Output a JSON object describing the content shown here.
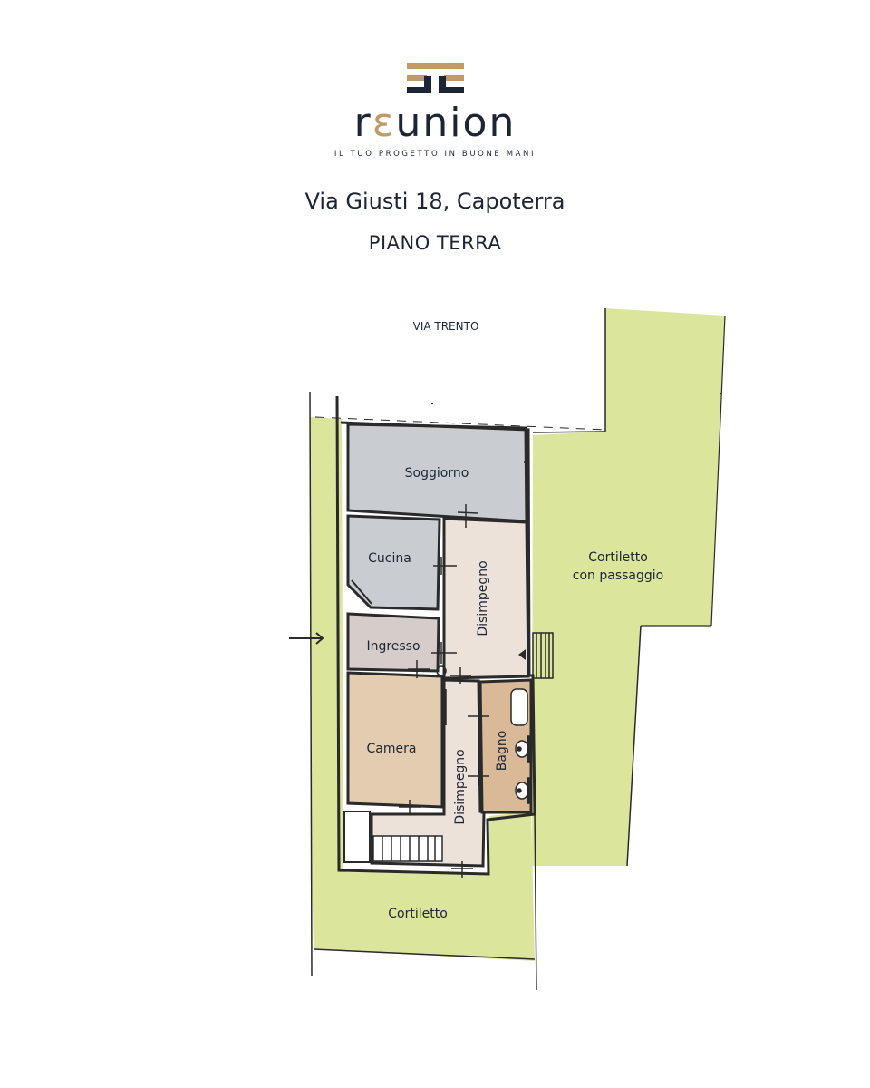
{
  "brand": {
    "name_prefix": "r",
    "name_accent": "ε",
    "name_suffix": "union",
    "tagline": "IL TUO PROGETTO IN BUONE MANI",
    "colors": {
      "dark": "#1b2535",
      "gold": "#c29a68"
    }
  },
  "address": "Via Giusti 18, Capoterra",
  "floor_label": "PIANO TERRA",
  "street_label": "VIA TRENTO",
  "rooms": {
    "soggiorno": "Soggiorno",
    "cucina": "Cucina",
    "disimpegno_top": "Disimpegno",
    "ingresso": "Ingresso",
    "camera": "Camera",
    "disimpegno_bottom": "Disimpegno",
    "bagno": "Bagno"
  },
  "outdoor": {
    "cortiletto_passaggio_line1": "Cortiletto",
    "cortiletto_passaggio_line2": "con passaggio",
    "cortiletto": "Cortiletto"
  },
  "colors": {
    "garden": "#dce59c",
    "soggiorno": "#c9cdd2",
    "cucina": "#c9cdd2",
    "ingresso": "#d6cdcb",
    "camera": "#e3ccb0",
    "disimpegno": "#ede2da",
    "bagno": "#d9b996",
    "wall": "#2a2a2a"
  }
}
